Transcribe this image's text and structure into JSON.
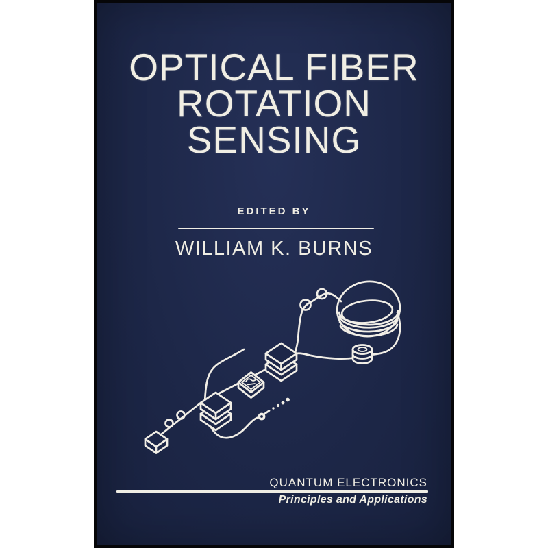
{
  "page": {
    "background_color": "#ffffff"
  },
  "cover": {
    "background_color": "#1d2748",
    "border_color": "#060608",
    "text_color": "#f0eee4",
    "line_art_color": "#f1eee6",
    "title_lines": [
      "OPTICAL FIBER",
      "ROTATION",
      "SENSING"
    ],
    "edited_by_label": "EDITED BY",
    "editor_name": "WILLIAM K. BURNS",
    "series": {
      "name": "QUANTUM ELECTRONICS",
      "subtitle": "Principles and Applications"
    },
    "illustration": {
      "description": "White line drawing of a fiber-optic gyroscope: sensing fiber coil, small fiber spool, two coupler boxes, phase-modulator box, source/detector box, fiber pigtail loops, fiber-end connector and emitted light dots",
      "elements": [
        "fiber-coil",
        "fiber-spool",
        "coupler-box-1",
        "phase-modulator-box",
        "coupler-box-2",
        "source-detector-box",
        "fiber-pigtail-loops",
        "fiber-connector-key",
        "light-beam-dots"
      ]
    }
  }
}
